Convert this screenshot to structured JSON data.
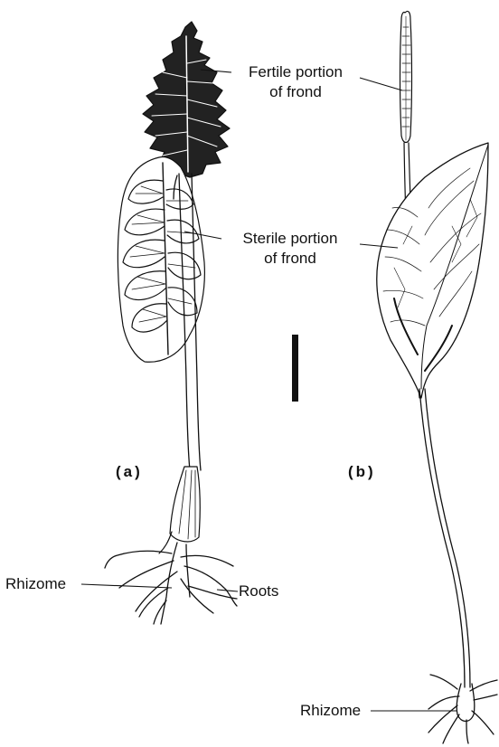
{
  "labels": {
    "fertile_line1": "Fertile portion",
    "fertile_line2": "of frond",
    "sterile_line1": "Sterile portion",
    "sterile_line2": "of frond",
    "rhizome_a": "Rhizome",
    "roots": "Roots",
    "rhizome_b": "Rhizome",
    "panel_a": "(a)",
    "panel_b": "(b)"
  },
  "colors": {
    "ink": "#111111",
    "paper": "#ffffff"
  }
}
